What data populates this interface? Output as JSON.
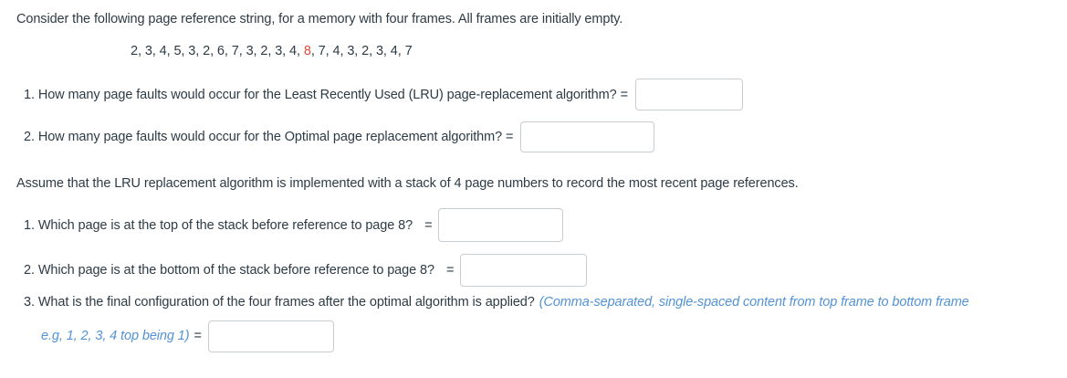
{
  "colors": {
    "text": "#2D3B45",
    "red": "#E04A38",
    "blue": "#5292D5",
    "input_border": "#C7CDD1"
  },
  "intro": "Consider the following page reference string, for a memory with four frames. All frames are initially empty.",
  "reference_string": {
    "before": "2, 3, 4, 5, 3, 2, 6, 7, 3, 2, 3, 4, ",
    "highlight": "8",
    "after": ", 7, 4, 3, 2, 3, 4, 7"
  },
  "faults_questions": [
    {
      "label": "1. How many page faults would occur for the Least Recently Used (LRU) page-replacement algorithm?",
      "eq": "="
    },
    {
      "label": "2. How many page faults would occur for the Optimal page replacement algorithm?",
      "eq": "="
    }
  ],
  "assumption": "Assume that the LRU replacement algorithm is implemented with a stack of 4 page numbers to record the most recent page references.",
  "stack_questions": [
    {
      "label": "1. Which page is at the top of the stack before reference to page 8?",
      "eq": "="
    },
    {
      "label": "2. Which page is at the bottom of the stack before reference to page 8?",
      "eq": "="
    },
    {
      "label": "3. What is the final configuration of the four frames after the optimal algorithm is applied?",
      "note_line1": "(Comma-separated, single-spaced content from top frame to bottom frame",
      "note_line2": "e.g, 1, 2, 3, 4 top being 1)",
      "eq": "="
    }
  ],
  "inputs": {
    "lru_faults": "",
    "optimal_faults": "",
    "stack_top": "",
    "stack_bottom": "",
    "final_config": ""
  }
}
